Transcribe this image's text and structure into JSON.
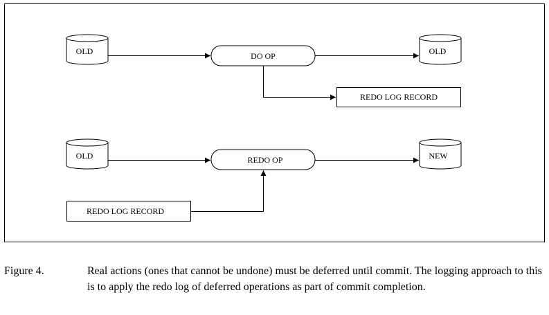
{
  "diagram": {
    "top": {
      "source_db": "OLD",
      "operation": "DO OP",
      "target_db": "OLD",
      "log_record": "REDO LOG RECORD"
    },
    "bottom": {
      "source_db": "OLD",
      "operation": "REDO OP",
      "target_db": "NEW",
      "log_record": "REDO LOG RECORD"
    }
  },
  "caption": {
    "number": "Figure 4.",
    "text": "Real actions (ones that cannot be undone) must be deferred until commit.  The logging approach to this is to apply the redo log of deferred operations as part of commit completion."
  }
}
